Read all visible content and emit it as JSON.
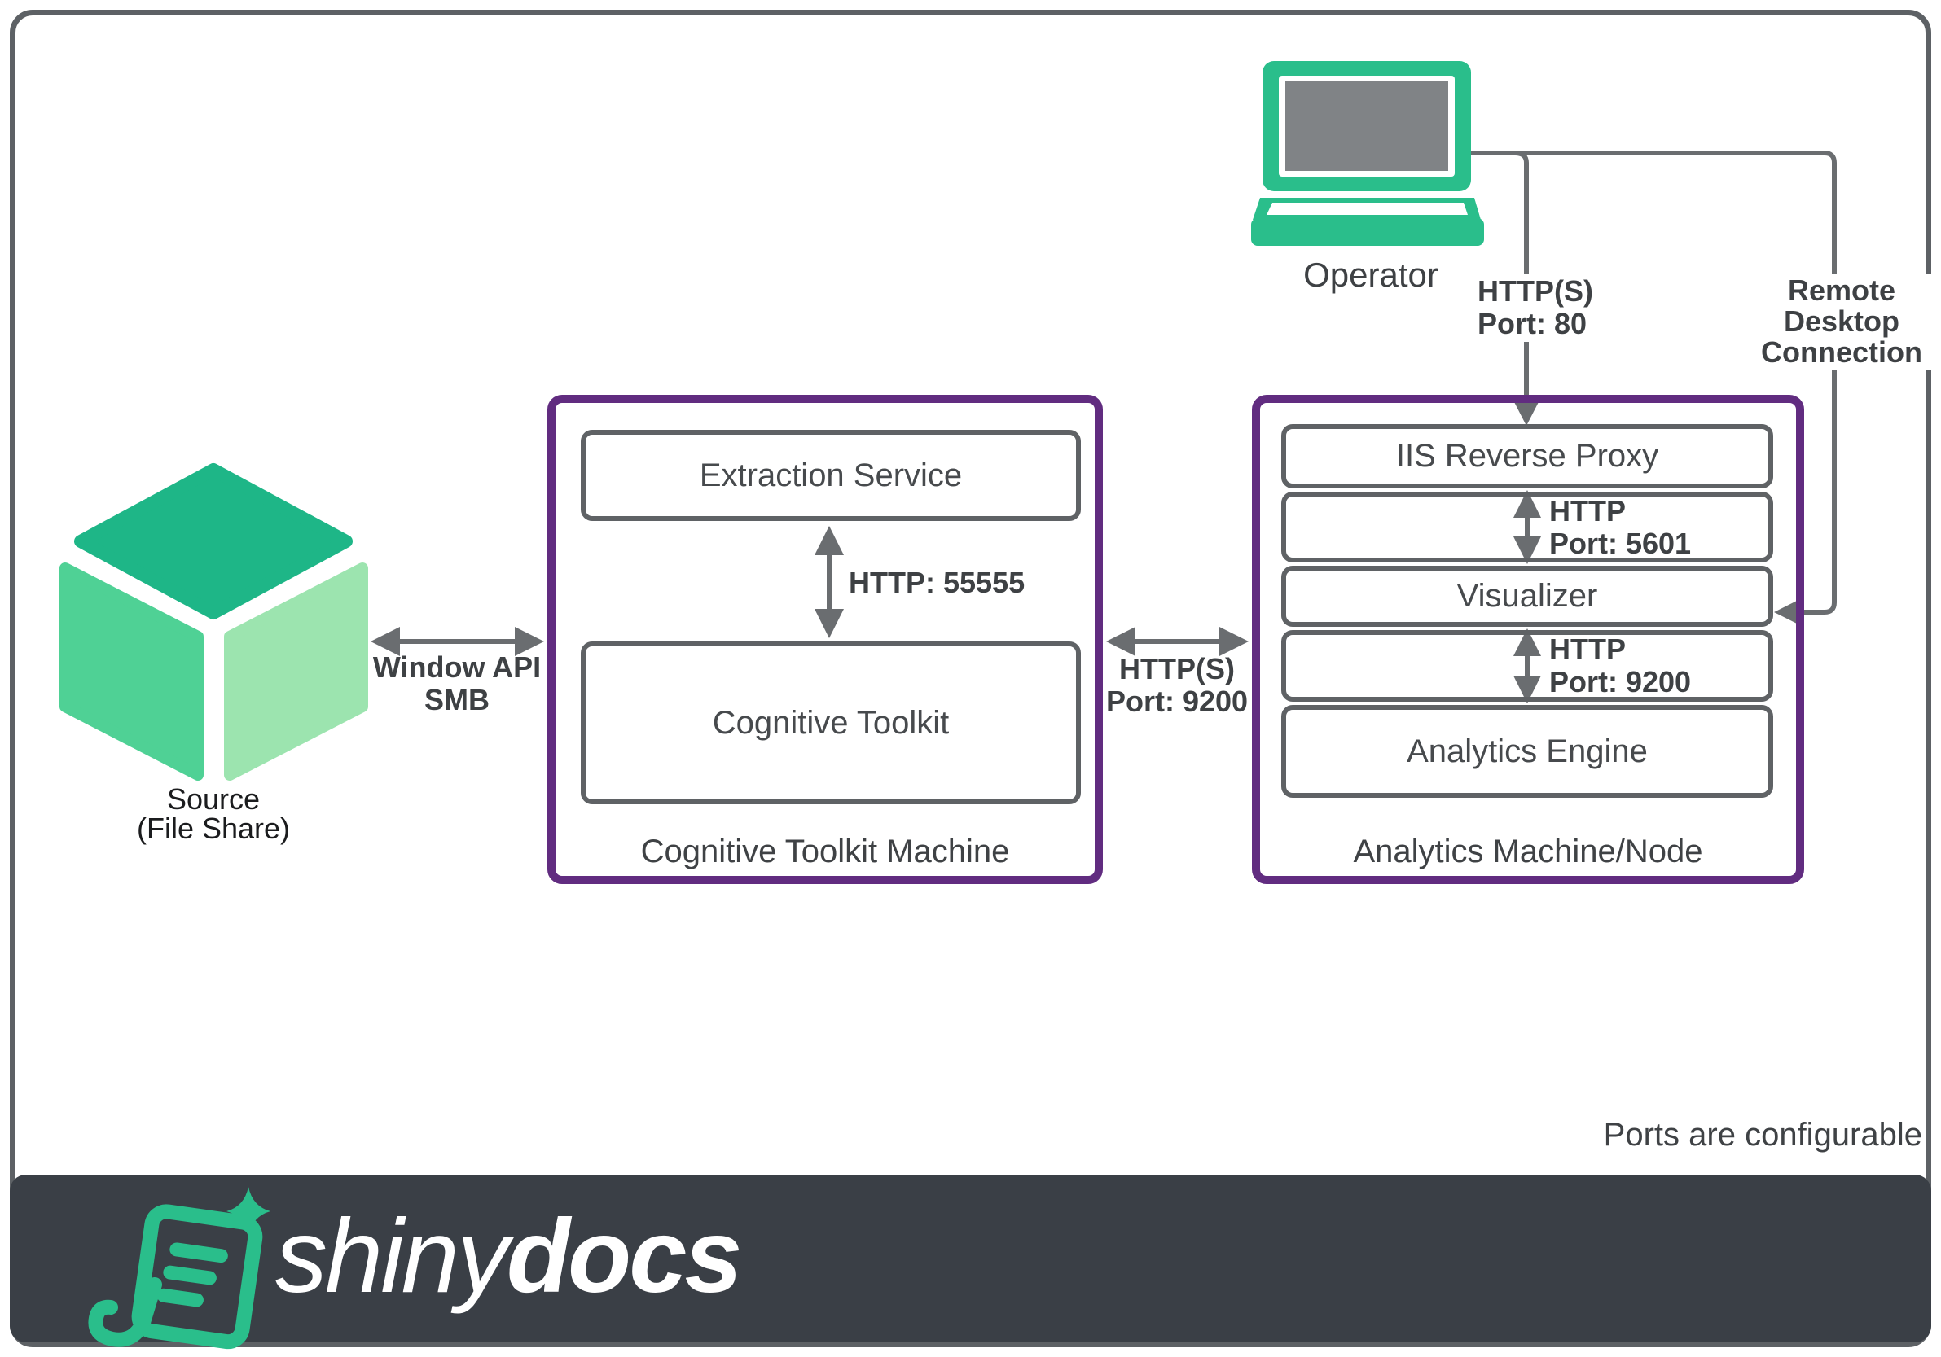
{
  "colors": {
    "brand_green": "#2abe8b",
    "machine_purple": "#612c80",
    "line_gray": "#6a6d70",
    "footer_bg": "#3a3f46"
  },
  "operator": {
    "label": "Operator"
  },
  "source": {
    "line1": "Source",
    "line2": "(File Share)"
  },
  "connections": {
    "window_api": {
      "line1": "Window API",
      "line2": "SMB"
    },
    "http_55555": {
      "label": "HTTP: 55555"
    },
    "https_9200": {
      "line1": "HTTP(S)",
      "line2": "Port: 9200"
    },
    "https_80": {
      "line1": "HTTP(S)",
      "line2": "Port: 80"
    },
    "remote_desktop": {
      "line1": "Remote",
      "line2": "Desktop",
      "line3": "Connection"
    },
    "http_5601": {
      "line1": "HTTP",
      "line2": "Port: 5601"
    },
    "http_9200_internal": {
      "line1": "HTTP",
      "line2": "Port: 9200"
    }
  },
  "cognitive_machine": {
    "title": "Cognitive Toolkit Machine",
    "extraction_service": "Extraction Service",
    "cognitive_toolkit": "Cognitive Toolkit"
  },
  "analytics_machine": {
    "title": "Analytics Machine/Node",
    "iis_reverse_proxy": "IIS Reverse Proxy",
    "visualizer": "Visualizer",
    "analytics_engine": "Analytics Engine"
  },
  "note": "Ports are configurable",
  "footer": {
    "brand_light": "shiny",
    "brand_bold": "docs"
  }
}
